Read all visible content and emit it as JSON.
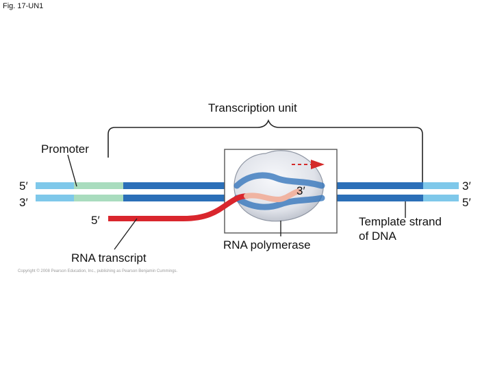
{
  "figure": {
    "caption": "Fig. 17-UN1",
    "copyright": "Copyright © 2008 Pearson Education, Inc., publishing as Pearson Benjamin Cummings."
  },
  "labels": {
    "transcription_unit": "Transcription unit",
    "promoter": "Promoter",
    "left_top_end": "5′",
    "left_bottom_end": "3′",
    "right_top_end": "3′",
    "right_bottom_end": "5′",
    "rna_5_end": "5′",
    "rna_3_end": "3′",
    "rna_polymerase": "RNA polymerase",
    "rna_transcript": "RNA transcript",
    "template_strand": [
      "Template strand",
      "of DNA"
    ]
  },
  "colors": {
    "dna_dark": "#2b6fb8",
    "dna_light": "#7ec8ea",
    "promoter": "#a9dcbe",
    "rna": "#d9262d",
    "rna_in_bubble": "#f0b4a2",
    "polymerase": "#dcdfe6",
    "arrow": "#d42a2a"
  }
}
